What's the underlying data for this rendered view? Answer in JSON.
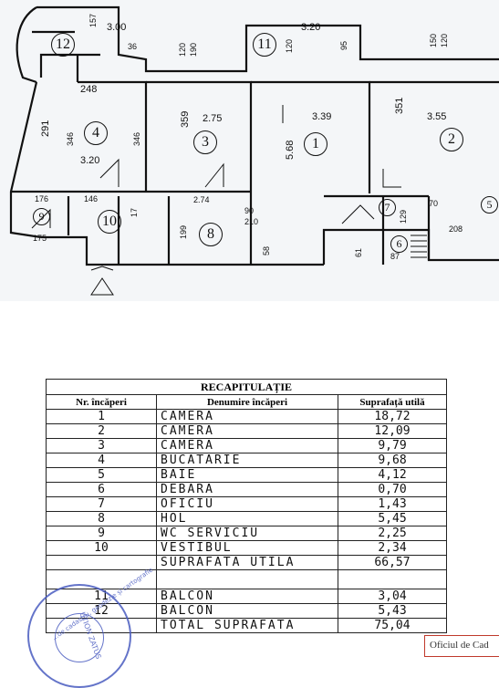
{
  "plan": {
    "room_numbers": [
      "1",
      "2",
      "3",
      "4",
      "5",
      "6",
      "7",
      "8",
      "9",
      "10",
      "11",
      "12"
    ],
    "dimensions": {
      "top_a": "3.00",
      "top_b": "3.20",
      "r12_side": "157",
      "d120a": "120",
      "d190": "190",
      "d120b": "120",
      "d95": "95",
      "d150": "150",
      "d120c": "120",
      "d36": "36",
      "d248": "248",
      "d291": "291",
      "d346a": "346",
      "d346b": "346",
      "d359": "359",
      "d275": "2.75",
      "d339": "3.39",
      "d351": "351",
      "d355": "3.55",
      "d568": "5.68",
      "d320": "3.20",
      "d274": "2.74",
      "d210a": "210",
      "d90": "90",
      "d199": "199",
      "d58": "58",
      "d176": "176",
      "d146": "146",
      "d175": "175",
      "d208": "208",
      "d87": "87",
      "d61": "61",
      "d70": "70",
      "d17": "17",
      "d129": "129"
    }
  },
  "table": {
    "title": "RECAPITULAȚIE",
    "headers": [
      "Nr. încăperi",
      "Denumire încăperi",
      "Suprafață utilă"
    ],
    "rows": [
      {
        "nr": "1",
        "name": "CAMERA",
        "area": "18,72"
      },
      {
        "nr": "2",
        "name": "CAMERA",
        "area": "12,09"
      },
      {
        "nr": "3",
        "name": "CAMERA",
        "area": "9,79"
      },
      {
        "nr": "4",
        "name": "BUCATARIE",
        "area": "9,68"
      },
      {
        "nr": "5",
        "name": "BAIE",
        "area": "4,12"
      },
      {
        "nr": "6",
        "name": "DEBARA",
        "area": "0,70"
      },
      {
        "nr": "7",
        "name": "OFICIU",
        "area": "1,43"
      },
      {
        "nr": "8",
        "name": "HOL",
        "area": "5,45"
      },
      {
        "nr": "9",
        "name": "WC SERVICIU",
        "area": "2,25"
      },
      {
        "nr": "10",
        "name": "VESTIBUL",
        "area": "2,34"
      }
    ],
    "subtotal": {
      "name": "SUPRAFATA UTILA",
      "area": "66,57"
    },
    "balconies": [
      {
        "nr": "11",
        "name": "BALCON",
        "area": "3,04"
      },
      {
        "nr": "12",
        "name": "BALCON",
        "area": "5,43"
      }
    ],
    "total": {
      "name": "TOTAL SUPRAFATA",
      "area": "75,04"
    }
  },
  "stamp": {
    "text": "...de cadastru, geodezie și cartografie",
    "id": "UTION ZATUS"
  },
  "official_label": "Oficiul de Cad"
}
